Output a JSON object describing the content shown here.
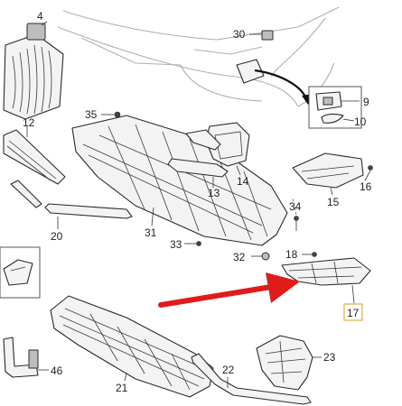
{
  "callouts": {
    "c4": "4",
    "c9": "9",
    "c10": "10",
    "c12": "12",
    "c13": "13",
    "c14": "14",
    "c15": "15",
    "c16": "16",
    "c17": "17",
    "c18": "18",
    "c20": "20",
    "c21": "21",
    "c22": "22",
    "c23": "23",
    "c30": "30",
    "c31": "31",
    "c32": "32",
    "c33": "33",
    "c34": "34",
    "c35": "35",
    "c46": "46"
  },
  "colors": {
    "highlight_arrow": "#e01b1b",
    "callout_17_box": "#d8b24a",
    "line_art": "#2a2a2a"
  }
}
